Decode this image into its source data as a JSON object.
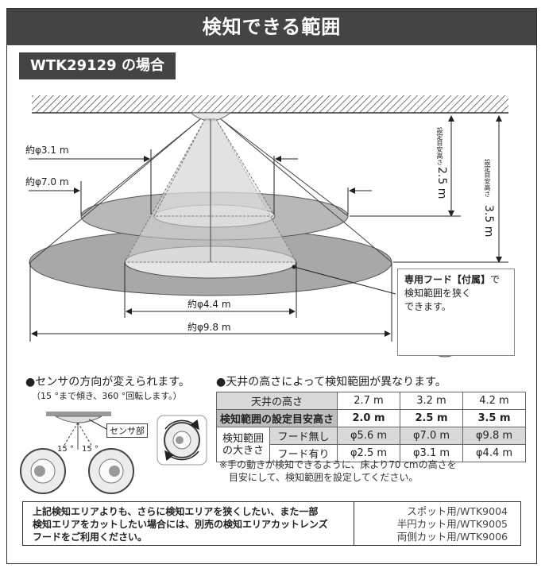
{
  "title": "検知できる範囲",
  "model": "WTK29129 の場合",
  "diagram": {
    "label_d31": "約φ3.1 m",
    "label_d70": "約φ7.0 m",
    "label_d44": "約φ4.4 m",
    "label_d98": "約φ9.8 m",
    "height_25_caption": "設定目安高さ",
    "height_25_value": "2.5 m",
    "height_35_caption": "設定目安高さ",
    "height_35_value": "3.5 m"
  },
  "hood_note": {
    "bold": "専用フード【付属】",
    "rest1": "で",
    "line2": "検知範囲を狭く",
    "line3": "できます。"
  },
  "sensor_direction": {
    "heading": "●センサの方向が変えられます。",
    "sub": "（15 °まで傾き、360 °回転します。）",
    "angle_left": "15 °",
    "angle_right": "15 °",
    "part_label": "センサ部"
  },
  "ceiling_table": {
    "heading": "●天井の高さによって検知範囲が異なります。",
    "header_label": "天井の高さ",
    "heights": [
      "2.7 m",
      "3.2 m",
      "4.2 m"
    ],
    "setting_label": "検知範囲の設定目安高さ",
    "setting_values": [
      "2.0 m",
      "2.5 m",
      "3.5 m"
    ],
    "size_label_1": "検知範囲",
    "size_label_2": "の大きさ",
    "no_hood_label": "フード無し",
    "no_hood_values": [
      "φ5.6 m",
      "φ7.0 m",
      "φ9.8 m"
    ],
    "hood_label": "フード有り",
    "hood_values": [
      "φ2.5 m",
      "φ3.1 m",
      "φ4.4 m"
    ]
  },
  "footnote": {
    "line1": "※手の動きが検知できるように、床より70 cmの高さを",
    "line2": "目安にして、検知範囲を設定してください。"
  },
  "bottom": {
    "left_line1": "上記検知エリアよりも、さらに検知エリアを狭くしたい、また一部",
    "left_line2": "検知エリアをカットしたい場合には、別売の検知エリアカットレンズ",
    "left_line3": "フードをご利用ください。",
    "right_line1": "スポット用/WTK9004",
    "right_line2": "半円カット用/WTK9005",
    "right_line3": "両側カット用/WTK9006"
  }
}
